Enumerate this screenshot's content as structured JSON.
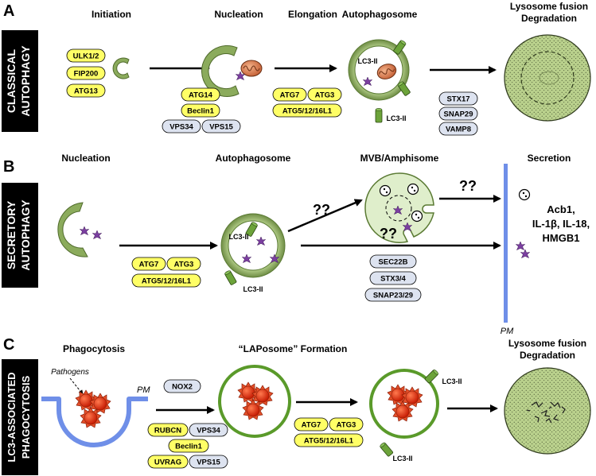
{
  "panels": {
    "A": {
      "letter": "A",
      "side_label": [
        "CLASSICAL",
        "AUTOPHAGY"
      ],
      "headers": {
        "initiation": "Initiation",
        "nucleation": "Nucleation",
        "elongation": "Elongation",
        "autophagosome": "Autophagosome",
        "fusion_1": "Lysosome fusion",
        "fusion_2": "Degradation"
      },
      "initiation_proteins": [
        "ULK1/2",
        "FIP200",
        "ATG13"
      ],
      "nucleation_proteins": [
        "ATG14",
        "Beclin1",
        "VPS34",
        "VPS15"
      ],
      "elongation_proteins": [
        "ATG7",
        "ATG3",
        "ATG5/12/16L1"
      ],
      "fusion_proteins": [
        "STX17",
        "SNAP29",
        "VAMP8"
      ],
      "lc3_labels": [
        "LC3-II",
        "LC3-II"
      ]
    },
    "B": {
      "letter": "B",
      "side_label": [
        "SECRETORY",
        "AUTOPHAGY"
      ],
      "headers": {
        "nucleation": "Nucleation",
        "autophagosome": "Autophagosome",
        "mvb": "MVB/Amphisome",
        "secretion": "Secretion"
      },
      "elongation_proteins": [
        "ATG7",
        "ATG3",
        "ATG5/12/16L1"
      ],
      "secretion_proteins": [
        "SEC22B",
        "STX3/4",
        "SNAP23/29"
      ],
      "unknown_marks": [
        "??",
        "??",
        "??"
      ],
      "lc3_labels": [
        "LC3-II",
        "LC3-II"
      ],
      "secreted_cargo": [
        "Acb1,",
        "IL-1β, IL-18,",
        "HMGB1"
      ],
      "pm_label": "PM"
    },
    "C": {
      "letter": "C",
      "side_label": [
        "LC3-ASSOCIATED",
        "PHAGOCYTOSIS"
      ],
      "headers": {
        "phagocytosis": "Phagocytosis",
        "laposome": "“LAPosome” Formation",
        "fusion_1": "Lysosome fusion",
        "fusion_2": "Degradation"
      },
      "pathogens_label": "Pathogens",
      "pm_label": "PM",
      "nox_protein": "NOX2",
      "complex_proteins": [
        "RUBCN",
        "VPS34",
        "Beclin1",
        "UVRAG",
        "VPS15"
      ],
      "elongation_proteins": [
        "ATG7",
        "ATG3",
        "ATG5/12/16L1"
      ],
      "lc3_labels": [
        "LC3-II",
        "LC3-II"
      ]
    }
  },
  "colors": {
    "side_label_bg": "#000000",
    "protein_yellow": "#ffff66",
    "protein_gray": "#dde3f0",
    "membrane_green": "#8bab5c",
    "laposome_ring": "#5a9a2a",
    "lysosome_fill": "#b7cf8a",
    "plasma_membrane": "#6f8fe8",
    "cargo_purple": "#7b3fa0",
    "pathogen_red": "#e02a10"
  }
}
